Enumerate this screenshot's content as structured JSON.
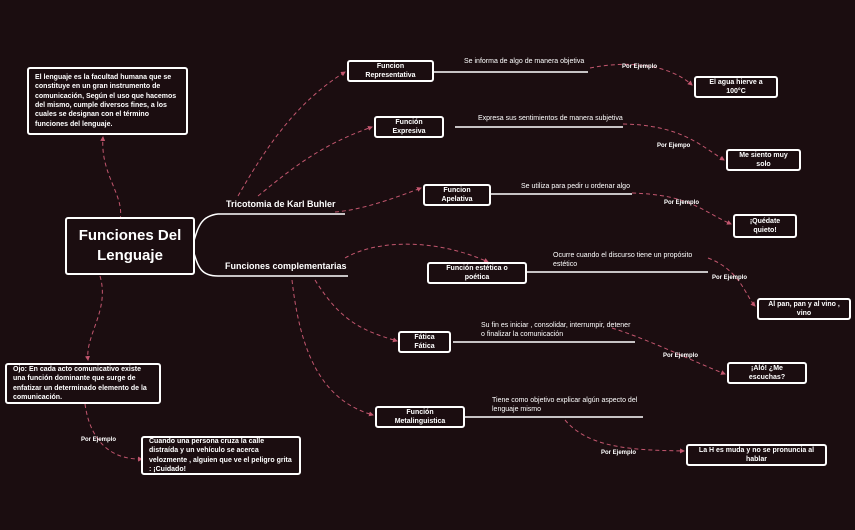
{
  "central": {
    "title": "Funciones Del Lenguaje"
  },
  "intro": "El lenguaje es la facultad humana que se constituye en un gran instrumento de comunicación, Según el uso que hacemos del mismo, cumple diversos fines, a los cuales se designan con el término funciones del lenguaje.",
  "note": "Ojo:  En cada acto comunicativo existe una función dominante  que surge de enfatizar un determinado elemento de la comunicación.",
  "note_example_tag": "Por Ejemplo",
  "note_example": "Cuando una persona cruza la calle distraída y un vehículo se acerca velozmente , alguien que ve el peligro grita : ¡Cuidado!",
  "branches": {
    "tricotomia": "Tricotomia de Karl Buhler",
    "complementarias": "Funciones complementarias"
  },
  "functions": [
    {
      "name": "Funcion Representativa",
      "desc": "Se informa de algo de manera objetiva",
      "tag": "Por Ejemplo",
      "example": "El agua hierve a 100°C"
    },
    {
      "name": "Función Expresiva",
      "desc": "Expresa sus sentimientos de manera subjetiva",
      "tag": "Por Ejempo",
      "example": "Me siento muy solo"
    },
    {
      "name": "Funcion Apelativa",
      "desc": "Se utiliza para pedir u ordenar algo",
      "tag": "Por Ejemplo",
      "example": "¡Quédate quieto!"
    },
    {
      "name": "Función estética o poética",
      "desc": "Ocurre cuando el discurso tiene un propósito estético",
      "tag": "Por Ejemplo",
      "example": "Al pan, pan y al vino , vino"
    },
    {
      "name": "Fática Fática",
      "desc": "Su fin es iniciar , consolidar, interrumpir, detener o finalizar la comunicación",
      "tag": "Por Ejemplo",
      "example": "¡Aló! ¿Me escuchas?"
    },
    {
      "name": "Función Metalinguistica",
      "desc": "Tiene como objetivo explicar algún aspecto del lenguaje mismo",
      "tag": "Por Ejemplo",
      "example": "La H es muda y no se pronuncia al hablar"
    }
  ],
  "colors": {
    "background": "#1b0d10",
    "connector": "#c2566e",
    "line": "#ffffff"
  }
}
